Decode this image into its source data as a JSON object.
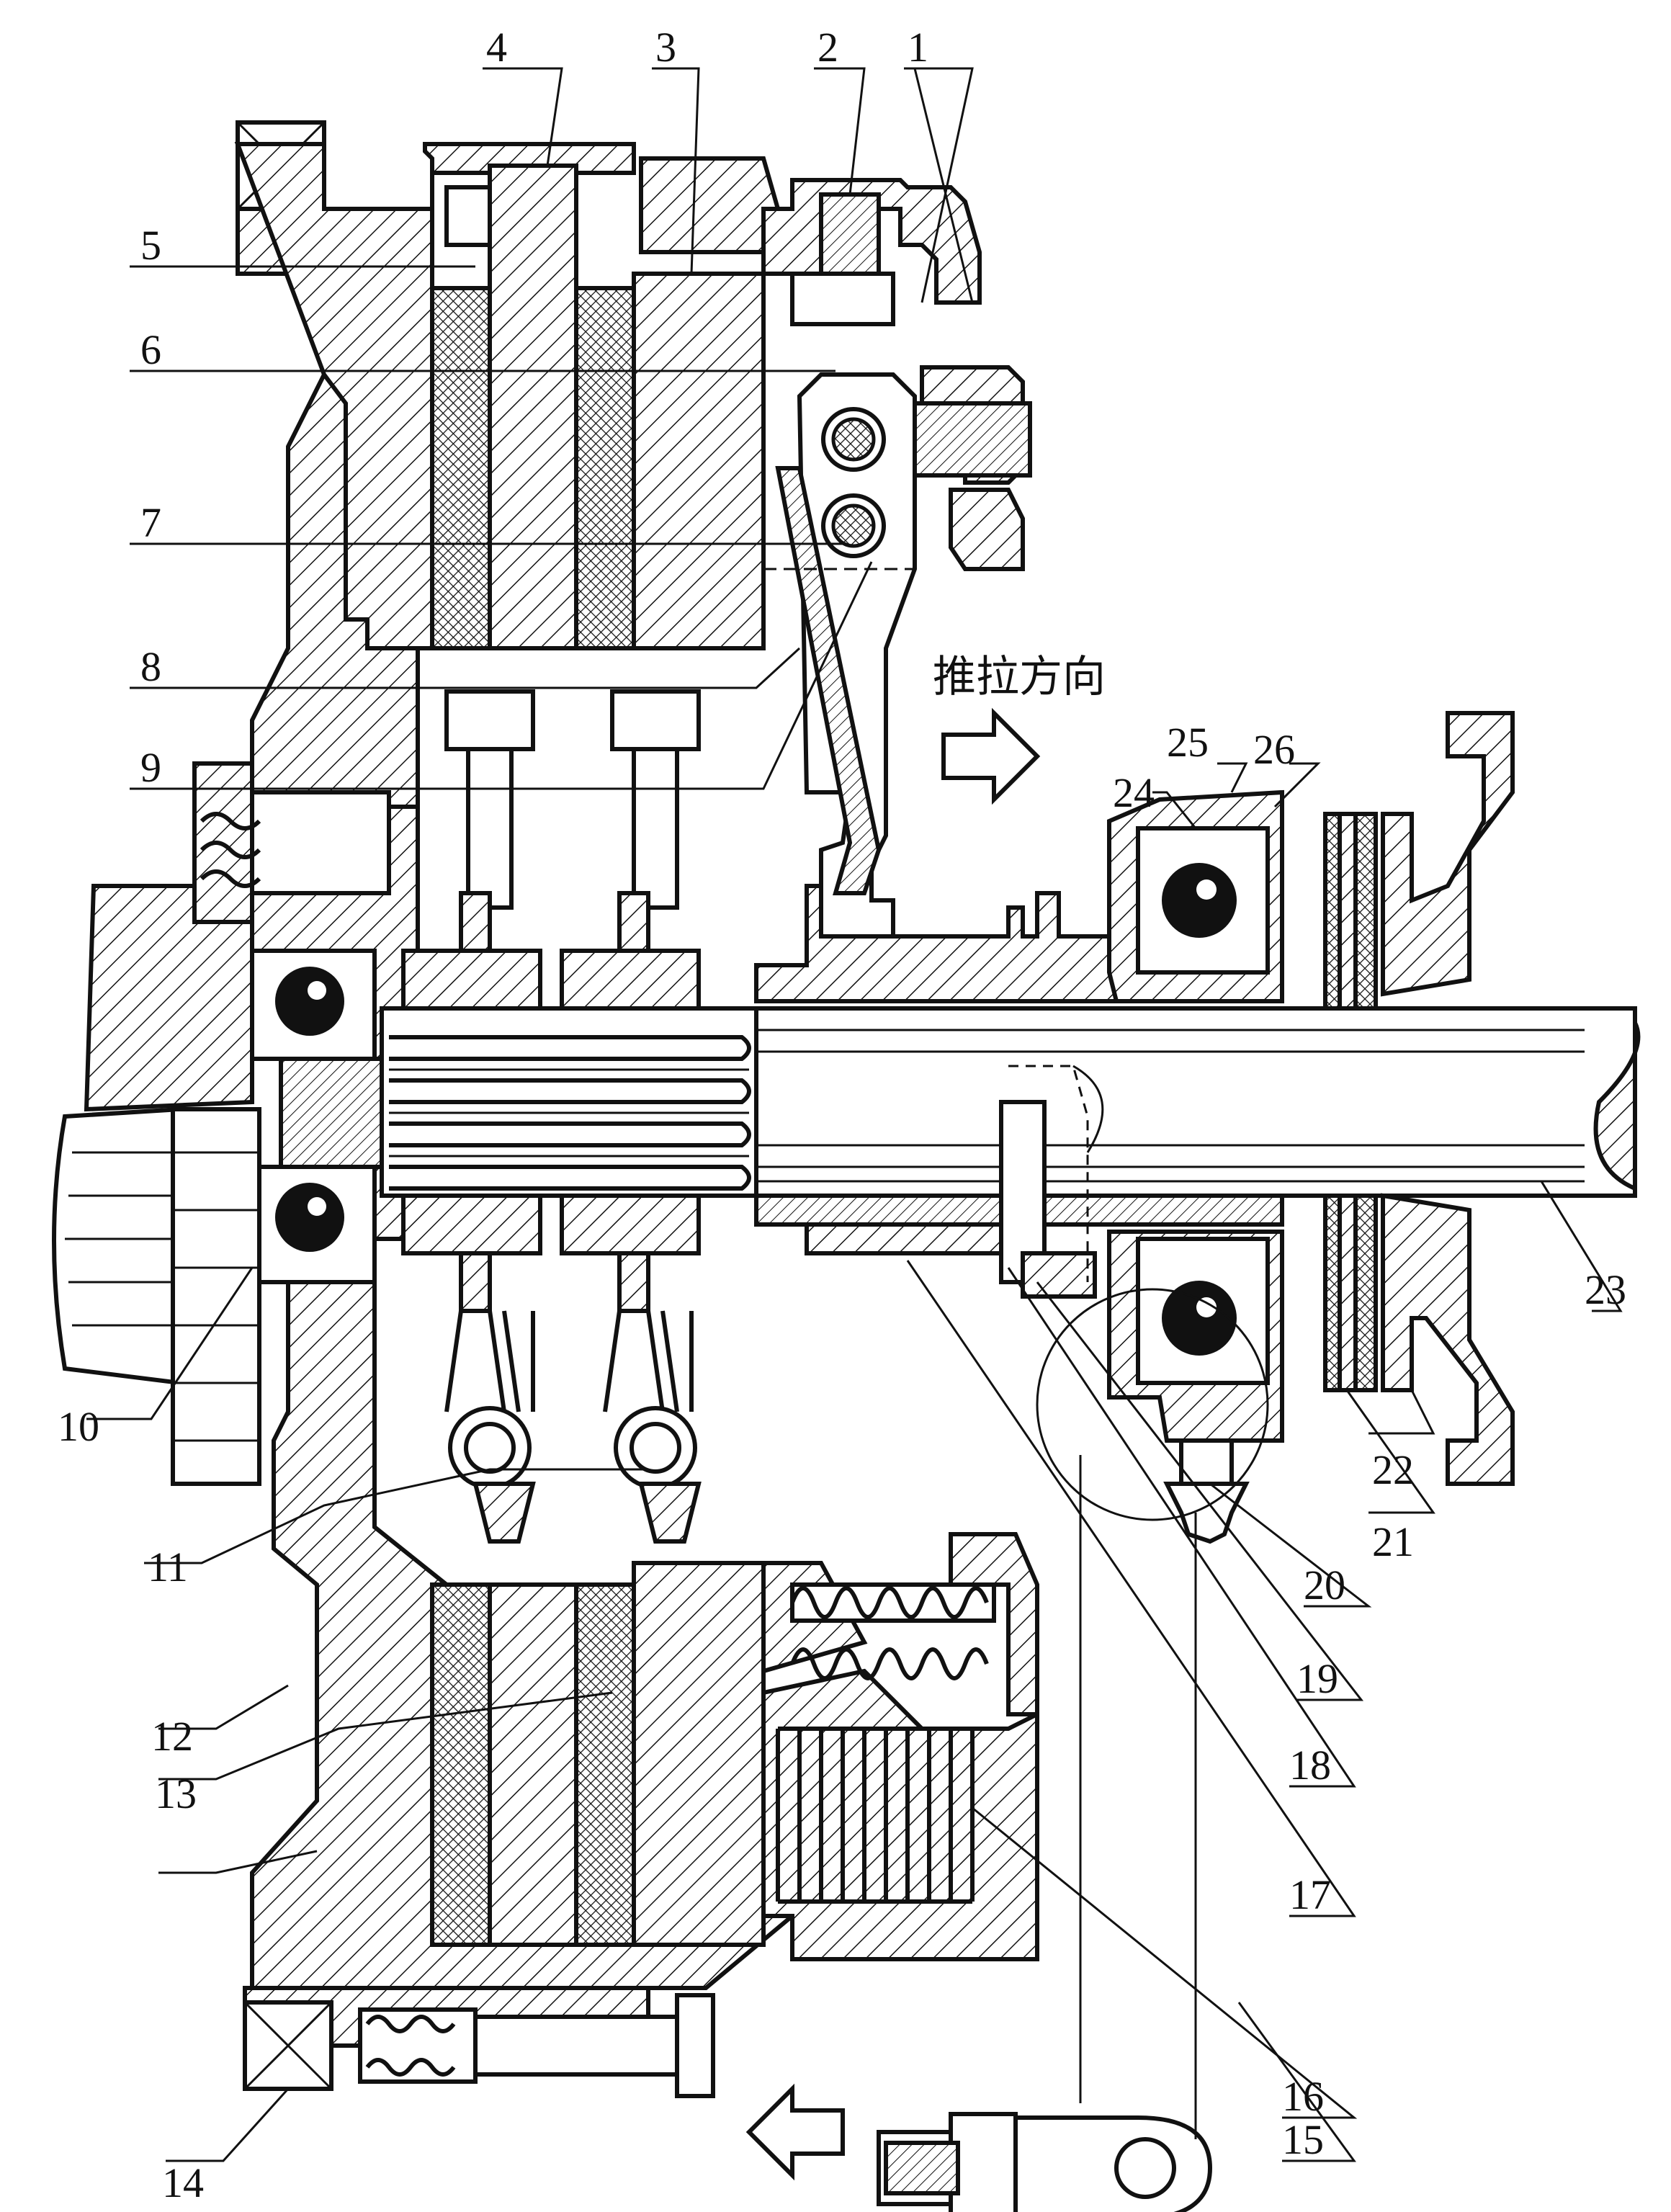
{
  "direction_label": "推拉方向",
  "labels": [
    {
      "id": "1",
      "text": "1"
    },
    {
      "id": "2",
      "text": "2"
    },
    {
      "id": "3",
      "text": "3"
    },
    {
      "id": "4",
      "text": "4"
    },
    {
      "id": "5",
      "text": "5"
    },
    {
      "id": "6",
      "text": "6"
    },
    {
      "id": "7",
      "text": "7"
    },
    {
      "id": "8",
      "text": "8"
    },
    {
      "id": "9",
      "text": "9"
    },
    {
      "id": "10",
      "text": "10"
    },
    {
      "id": "11",
      "text": "11"
    },
    {
      "id": "12",
      "text": "12"
    },
    {
      "id": "13",
      "text": "13"
    },
    {
      "id": "14",
      "text": "14"
    },
    {
      "id": "15",
      "text": "15"
    },
    {
      "id": "16",
      "text": "16"
    },
    {
      "id": "17",
      "text": "17"
    },
    {
      "id": "18",
      "text": "18"
    },
    {
      "id": "19",
      "text": "19"
    },
    {
      "id": "20",
      "text": "20"
    },
    {
      "id": "21",
      "text": "21"
    },
    {
      "id": "22",
      "text": "22"
    },
    {
      "id": "23",
      "text": "23"
    },
    {
      "id": "24",
      "text": "24"
    },
    {
      "id": "25",
      "text": "25"
    },
    {
      "id": "26",
      "text": "26"
    }
  ]
}
